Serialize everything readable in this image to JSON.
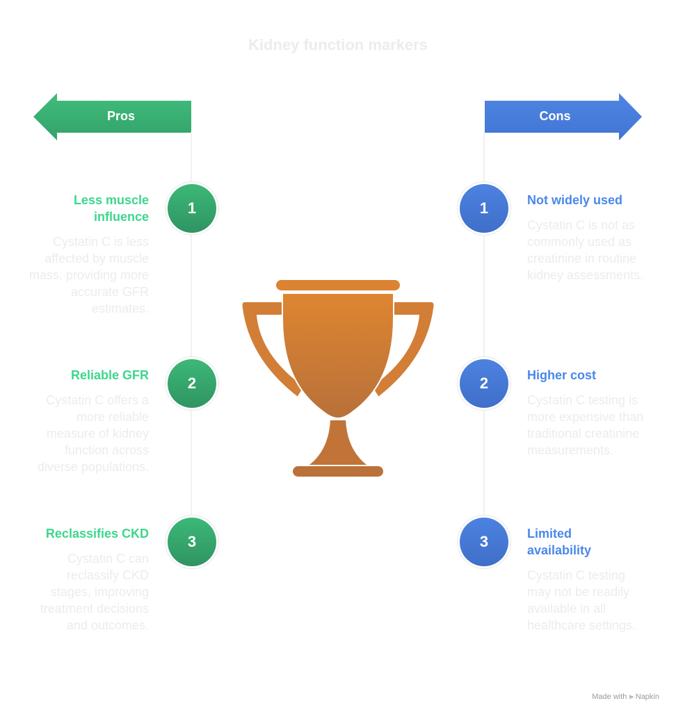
{
  "title": "Kidney function markers",
  "pros": {
    "label": "Pros",
    "color": "#3cb878",
    "items": [
      {
        "number": "1",
        "title": "Less muscle influence",
        "description": "Cystatin C is less affected by muscle mass, providing more accurate GFR estimates."
      },
      {
        "number": "2",
        "title": "Reliable GFR",
        "description": "Cystatin C offers a more reliable measure of kidney function across diverse populations."
      },
      {
        "number": "3",
        "title": "Reclassifies CKD",
        "description": "Cystatin C can reclassify CKD stages, improving treatment decisions and outcomes."
      }
    ]
  },
  "cons": {
    "label": "Cons",
    "color": "#4a82e0",
    "items": [
      {
        "number": "1",
        "title": "Not widely used",
        "description": "Cystatin C is not as commonly used as creatinine in routine kidney assessments."
      },
      {
        "number": "2",
        "title": "Higher cost",
        "description": "Cystatin C testing is more expensive than traditional creatinine measurements."
      },
      {
        "number": "3",
        "title": "Limited availability",
        "description": "Cystatin C testing may not be readily available in all healthcare settings."
      }
    ]
  },
  "center_icon": "trophy-icon",
  "footer": {
    "text": "Made with",
    "brand": "Napkin"
  }
}
